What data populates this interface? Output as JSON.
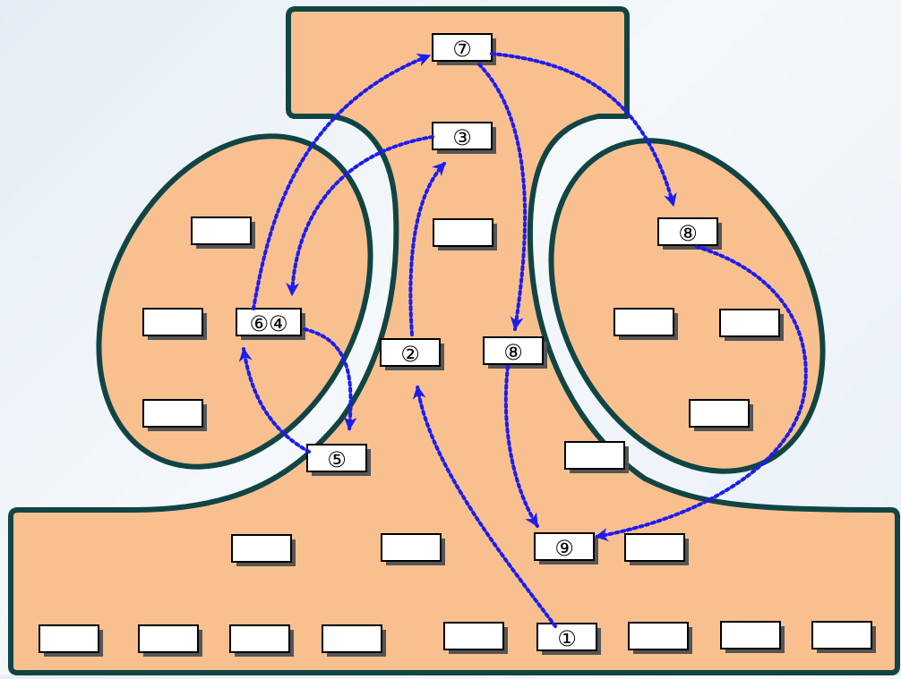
{
  "diagram": {
    "colors": {
      "region_fill": "#f9c08f",
      "region_stroke": "#114444",
      "arrow": "#1c1cf0",
      "box_fill": "#ffffff",
      "box_stroke": "#000000",
      "box_shadow": "#555555"
    },
    "boxes": [
      {
        "id": "top-7",
        "label": "⑦"
      },
      {
        "id": "top-3",
        "label": "③"
      },
      {
        "id": "stem-blank-1",
        "label": ""
      },
      {
        "id": "stem-2",
        "label": "②"
      },
      {
        "id": "stem-8",
        "label": "⑧"
      },
      {
        "id": "stem-blank-2",
        "label": ""
      },
      {
        "id": "stem-5",
        "label": "⑤"
      },
      {
        "id": "left-blank-1",
        "label": ""
      },
      {
        "id": "left-blank-2",
        "label": ""
      },
      {
        "id": "left-64",
        "label": "⑥④"
      },
      {
        "id": "left-blank-3",
        "label": ""
      },
      {
        "id": "right-8",
        "label": "⑧"
      },
      {
        "id": "right-blank-1",
        "label": ""
      },
      {
        "id": "right-blank-2",
        "label": ""
      },
      {
        "id": "right-blank-3",
        "label": ""
      },
      {
        "id": "bottom-row1-blank-1",
        "label": ""
      },
      {
        "id": "bottom-row1-blank-2",
        "label": ""
      },
      {
        "id": "bottom-9",
        "label": "⑨"
      },
      {
        "id": "bottom-row1-blank-3",
        "label": ""
      },
      {
        "id": "bottom-row2-blank-1",
        "label": ""
      },
      {
        "id": "bottom-row2-blank-2",
        "label": ""
      },
      {
        "id": "bottom-row2-blank-3",
        "label": ""
      },
      {
        "id": "bottom-row2-blank-4",
        "label": ""
      },
      {
        "id": "bottom-row2-blank-5",
        "label": ""
      },
      {
        "id": "bottom-1",
        "label": "①"
      },
      {
        "id": "bottom-row2-blank-6",
        "label": ""
      },
      {
        "id": "bottom-row2-blank-7",
        "label": ""
      },
      {
        "id": "bottom-row2-blank-8",
        "label": ""
      }
    ],
    "arrows": [
      {
        "from": "①",
        "to": "②"
      },
      {
        "from": "②",
        "to": "③"
      },
      {
        "from": "③",
        "to": "④"
      },
      {
        "from": "④",
        "to": "⑤"
      },
      {
        "from": "⑤",
        "to": "⑥"
      },
      {
        "from": "⑥",
        "to": "⑦"
      },
      {
        "from": "⑦",
        "to": "⑧ (stem)"
      },
      {
        "from": "⑦",
        "to": "⑧ (right region)"
      },
      {
        "from": "⑧ (stem)",
        "to": "⑨"
      },
      {
        "from": "⑧ (right region)",
        "to": "⑨"
      }
    ]
  }
}
